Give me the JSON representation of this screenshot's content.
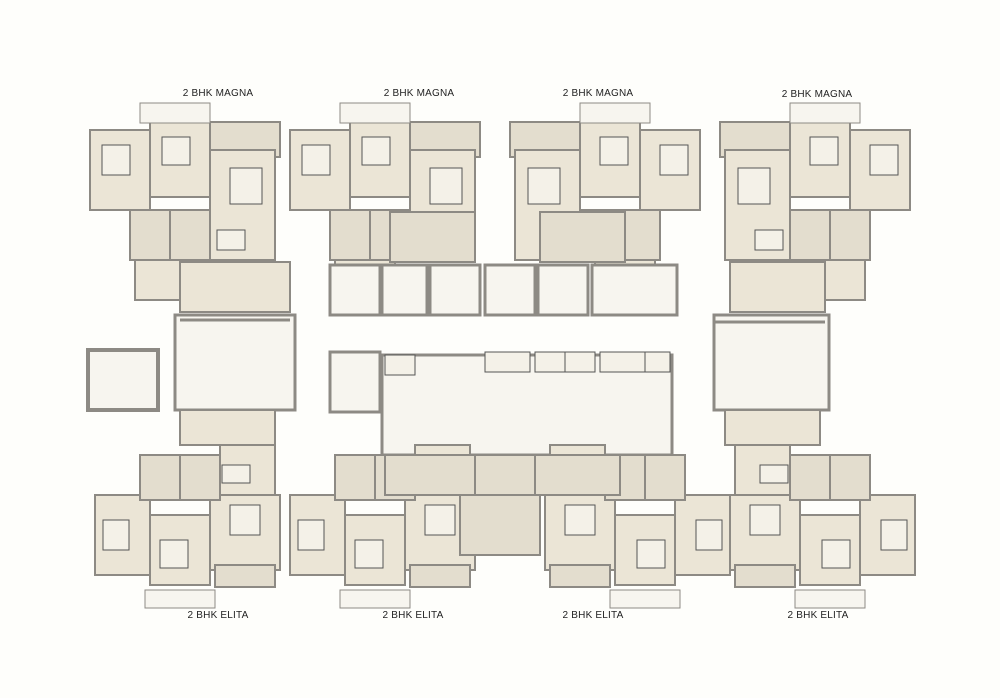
{
  "plan": {
    "top_units": [
      {
        "label": "2 BHK MAGNA"
      },
      {
        "label": "2 BHK MAGNA"
      },
      {
        "label": "2 BHK MAGNA"
      },
      {
        "label": "2 BHK MAGNA"
      }
    ],
    "bottom_units": [
      {
        "label": "2 BHK ELITA"
      },
      {
        "label": "2 BHK ELITA"
      },
      {
        "label": "2 BHK ELITA"
      },
      {
        "label": "2 BHK ELITA"
      }
    ],
    "colors": {
      "wall": "#8d8a84",
      "floor": "#ebe5d6",
      "floor_alt": "#e3ddce",
      "core": "#f7f5ef",
      "background": "#fefefb"
    }
  }
}
